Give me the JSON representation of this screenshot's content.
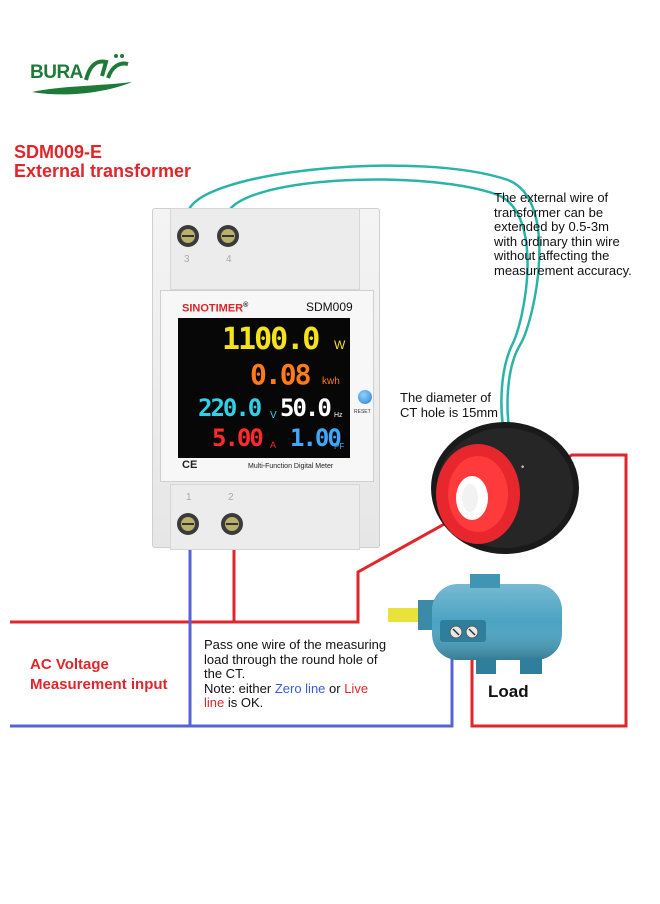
{
  "logo": {
    "latin": "BURA",
    "wordmark": "Bura logo (Arabic lettering)",
    "color": "#1f7a3a"
  },
  "title": {
    "line1": "SDM009-E",
    "line2": "External transformer"
  },
  "meter": {
    "brand": "SINOTIMER",
    "brand_mark": "®",
    "model": "SDM009",
    "power_value": "1100.0",
    "power_unit": "W",
    "energy_value": "0.08",
    "energy_unit": "kwh",
    "voltage_value": "220.0",
    "voltage_unit": "V",
    "frequency_value": "50.0",
    "frequency_unit": "Hz",
    "current_value": "5.00",
    "current_unit": "A",
    "pf_value": "1.00",
    "pf_unit": "PF",
    "reset_label": "RESET",
    "ce_mark": "CE",
    "footer": "Multi-Function Digital Meter",
    "terminals_top": [
      "3",
      "4"
    ],
    "terminals_bottom": [
      "1",
      "2"
    ]
  },
  "notes": {
    "wire_extension": [
      "The external wire of",
      "transformer can be",
      "extended by 0.5-3m",
      "with ordinary thin wire",
      "without affecting the",
      "measurement accuracy."
    ],
    "ct_hole": [
      "The diameter of",
      "CT hole is 15mm"
    ],
    "pass_wire": {
      "line1": "Pass one wire of the measuring",
      "line2": "load through the round hole of",
      "line3": "the CT.",
      "line4_prefix": "Note: either ",
      "zero_line": "Zero line",
      "or": " or ",
      "live": "Live",
      "line5_live": "line",
      "line5_suffix": " is OK."
    },
    "ac_voltage": [
      "AC Voltage",
      "Measurement input"
    ],
    "load": "Load"
  },
  "colors": {
    "title_red": "#e0262b",
    "live_wire": "#e0262b",
    "zero_wire": "#5563d6",
    "ct_wire": "#2ab3a8",
    "power_yellow": "#f5e21a",
    "energy_orange": "#ff7a1a",
    "voltage_cyan": "#2fd0e8",
    "frequency_white": "#ffffff",
    "current_red": "#ff2a2a",
    "pf_blue": "#3fa8ff"
  }
}
